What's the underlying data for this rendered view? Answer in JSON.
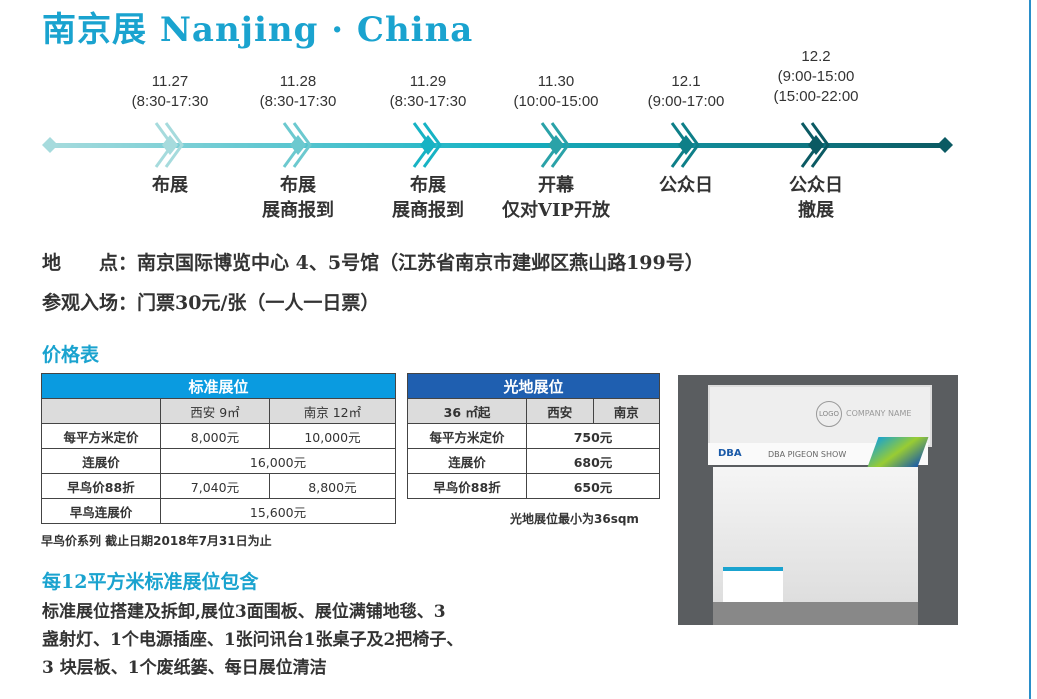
{
  "title": "南京展 Nanjing · China",
  "timeline": [
    {
      "date": "11.27",
      "time": "(8:30-17:30",
      "label1": "布展",
      "label2": ""
    },
    {
      "date": "11.28",
      "time": "(8:30-17:30",
      "label1": "布展",
      "label2": "展商报到"
    },
    {
      "date": "11.29",
      "time": "(8:30-17:30",
      "label1": "布展",
      "label2": "展商报到"
    },
    {
      "date": "11.30",
      "time": "(10:00-15:00",
      "label1": "开幕",
      "label2": "仅对VIP开放"
    },
    {
      "date": "12.1",
      "time": "(9:00-17:00",
      "label1": "公众日",
      "label2": ""
    },
    {
      "date": "12.2",
      "time": "(9:00-15:00",
      "time2": "(15:00-22:00",
      "label1": "公众日",
      "label2": "撤展"
    }
  ],
  "venue": {
    "label": "地　　点：",
    "value": "南京国际博览中心 4、5号馆（江苏省南京市建邺区燕山路199号）"
  },
  "ticket": {
    "label": "参观入场：",
    "value": "门票30元/张（一人一日票）"
  },
  "price_title": "价格表",
  "standard": {
    "title": "标准展位",
    "cols": [
      "西安 9㎡",
      "南京 12㎡"
    ],
    "rows": [
      [
        "每平方米定价",
        "8,000元",
        "10,000元"
      ],
      [
        "连展价",
        "16,000元"
      ],
      [
        "早鸟价88折",
        "7,040元",
        "8,800元"
      ],
      [
        "早鸟连展价",
        "15,600元"
      ]
    ],
    "note": "早鸟价系列 截止日期2018年7月31日为止"
  },
  "raw": {
    "title": "光地展位",
    "cols": [
      "36 ㎡起",
      "西安",
      "南京"
    ],
    "rows": [
      [
        "每平方米定价",
        "750元"
      ],
      [
        "连展价",
        "680元"
      ],
      [
        "早鸟价88折",
        "650元"
      ]
    ],
    "note": "光地展位最小为36sqm"
  },
  "package": {
    "title": "每12平方米标准展位包含",
    "lines": [
      "标准展位搭建及拆卸,展位3面围板、展位满铺地毯、3",
      "盏射灯、1个电源插座、1张问讯台1张桌子及2把椅子、",
      "3 块层板、1个废纸篓、每日展位清洁"
    ]
  },
  "booth_image": {
    "logo": "LOGO",
    "company": "COMPANY NAME",
    "brand": "DBA",
    "show": "DBA PIGEON SHOW"
  },
  "colors": {
    "accent": "#1aa3cf",
    "std_header": "#0a9be0",
    "raw_header": "#1f5fb0"
  }
}
